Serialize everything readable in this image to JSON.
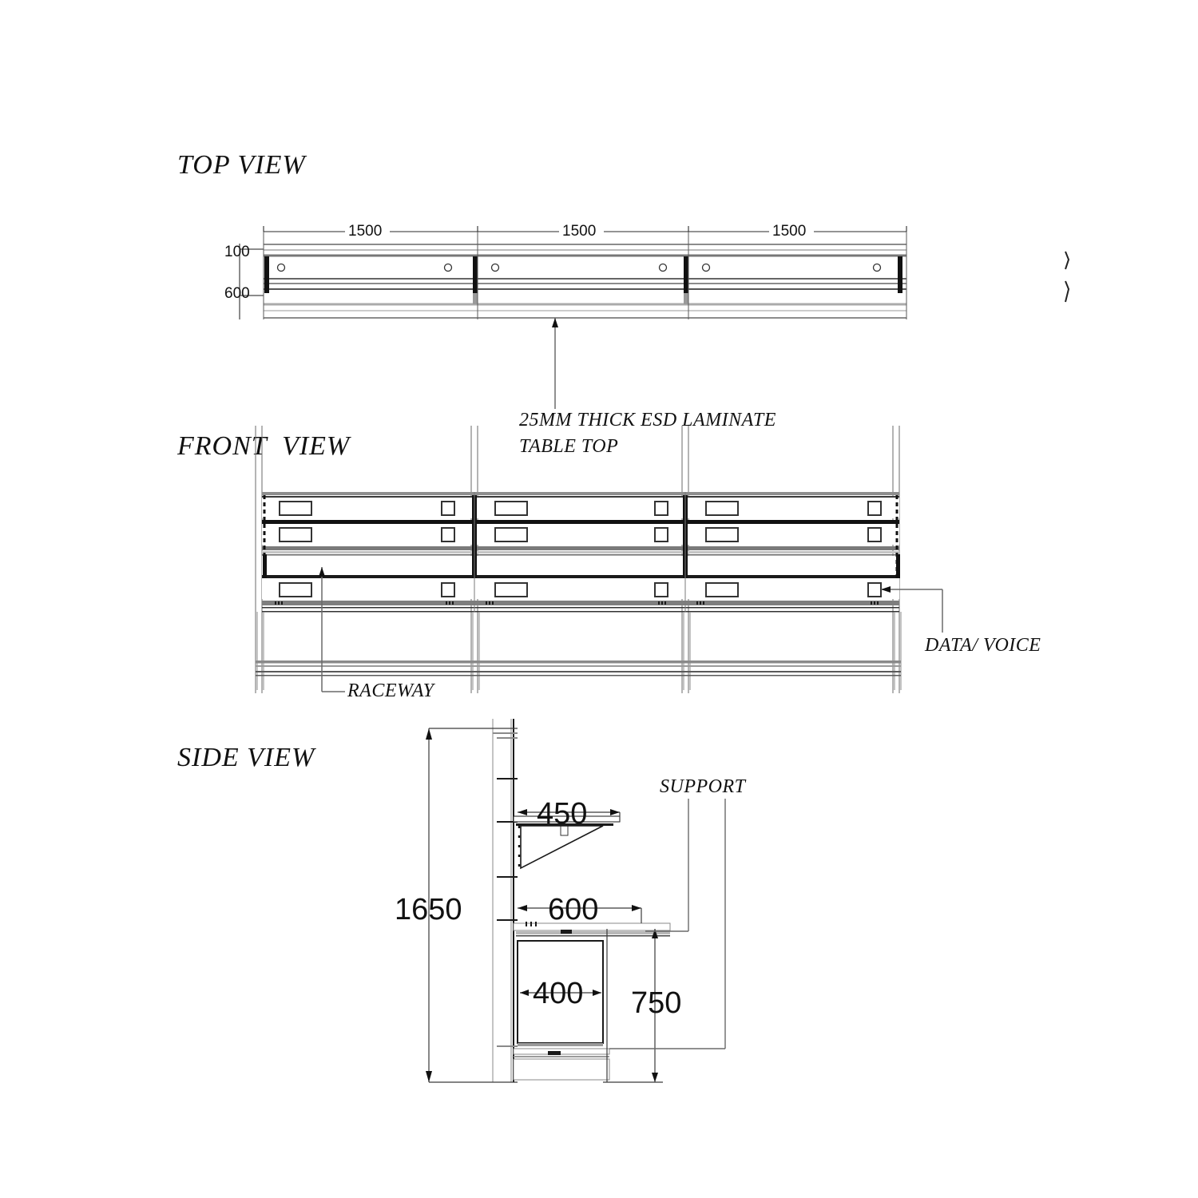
{
  "drawing": {
    "type": "ESD workbench assembly drawing",
    "views": [
      {
        "id": "top",
        "title": "TOP VIEW"
      },
      {
        "id": "front",
        "title": "FRONT  VIEW"
      },
      {
        "id": "side",
        "title": "SIDE VIEW"
      }
    ],
    "line_color": "#1a1a1a",
    "accent_color": "#555555"
  },
  "top_view": {
    "title": "TOP VIEW",
    "bay_widths": [
      "1500",
      "1500",
      "1500"
    ],
    "depth_dims": [
      {
        "label": "100",
        "meaning": "rear rail depth"
      },
      {
        "label": "600",
        "meaning": "table top depth"
      }
    ],
    "bays": 3,
    "holes_per_bay": 2
  },
  "front_view": {
    "title": "FRONT  VIEW",
    "bays": 3,
    "panel_rows": 3,
    "outlets_per_row": {
      "wide": 1,
      "square": 1
    },
    "labels": {
      "table_top_line1": "25MM THICK ESD LAMINATE",
      "table_top_line2": "TABLE TOP",
      "raceway": "RACEWAY",
      "data_voice": "DATA/ VOICE"
    }
  },
  "side_view": {
    "title": "SIDE VIEW",
    "dims": [
      {
        "label": "1650",
        "orientation": "vertical",
        "meaning": "overall height"
      },
      {
        "label": "450",
        "orientation": "horizontal",
        "meaning": "upper shelf depth"
      },
      {
        "label": "600",
        "orientation": "horizontal",
        "meaning": "worktop depth"
      },
      {
        "label": "400",
        "orientation": "horizontal",
        "meaning": "under cabinet depth"
      },
      {
        "label": "750",
        "orientation": "vertical",
        "meaning": "worktop height"
      }
    ],
    "labels": {
      "support": "SUPPORT"
    }
  }
}
